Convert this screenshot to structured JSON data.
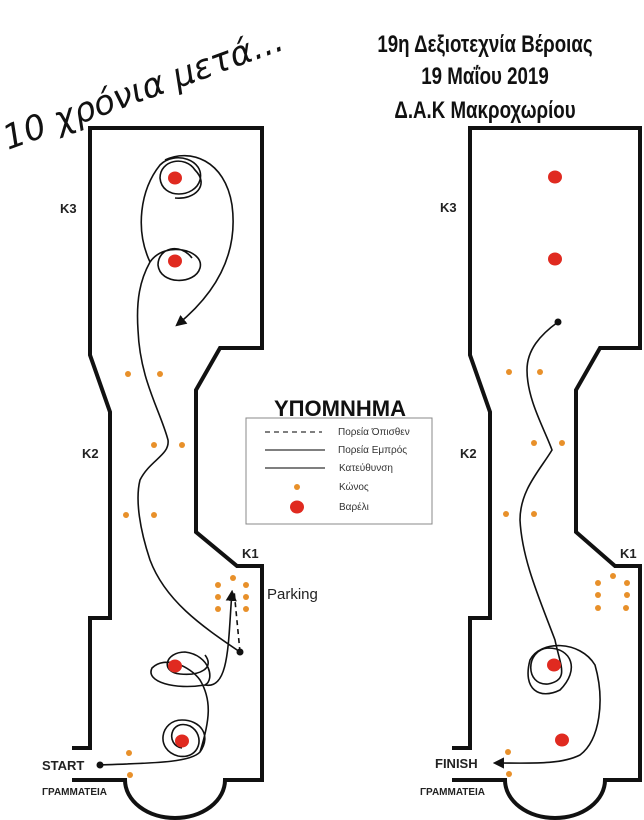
{
  "headline": {
    "handwritten": "10 χρόνια μετά...",
    "line1": "19η Δεξιοτεχνία Βέροιας",
    "line2": "19 Μαΐου 2019",
    "line3": "Δ.Α.Κ Μακροχωρίου"
  },
  "left_course": {
    "zone_k3": "K3",
    "zone_k2": "K2",
    "zone_k1": "K1",
    "parking": "Parking",
    "start": "START",
    "office": "ΓΡΑΜΜΑΤΕΙΑ"
  },
  "right_course": {
    "zone_k3": "K3",
    "zone_k2": "K2",
    "zone_k1": "K1",
    "finish": "FINISH",
    "office": "ΓΡΑΜΜΑΤΕΙΑ"
  },
  "legend": {
    "title": "ΥΠΟΜΝΗΜΑ",
    "items": [
      {
        "label": "Πορεία Όπισθεν",
        "symbol": "dashed-line"
      },
      {
        "label": "Πορεία Εμπρός",
        "symbol": "solid-line"
      },
      {
        "label": "Κατεύθυνση",
        "symbol": "solid-line"
      },
      {
        "label": "Κώνος",
        "symbol": "small-orange-dot"
      },
      {
        "label": "Βαρέλι",
        "symbol": "large-red-dot"
      }
    ]
  },
  "colors": {
    "cone": "#e8902a",
    "barrel": "#e02a20",
    "wall": "#111111"
  }
}
